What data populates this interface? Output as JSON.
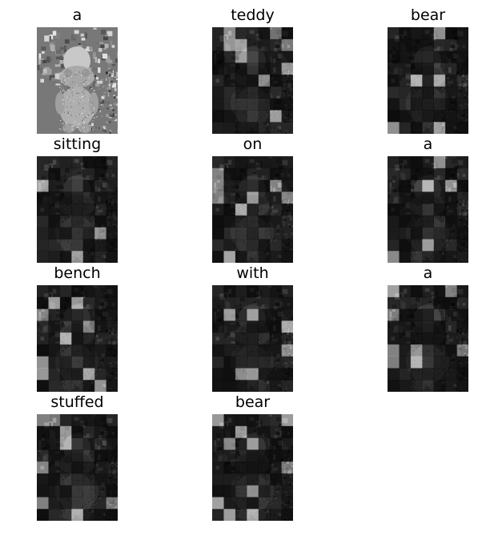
{
  "figure": {
    "panels": [
      {
        "word": "a",
        "kind": "original"
      },
      {
        "word": "teddy",
        "kind": "attention"
      },
      {
        "word": "bear",
        "kind": "attention"
      },
      {
        "word": "sitting",
        "kind": "attention"
      },
      {
        "word": "on",
        "kind": "attention"
      },
      {
        "word": "a",
        "kind": "attention"
      },
      {
        "word": "bench",
        "kind": "attention"
      },
      {
        "word": "with",
        "kind": "attention"
      },
      {
        "word": "a",
        "kind": "attention"
      },
      {
        "word": "stuffed",
        "kind": "attention"
      },
      {
        "word": "bear",
        "kind": "attention"
      }
    ]
  }
}
